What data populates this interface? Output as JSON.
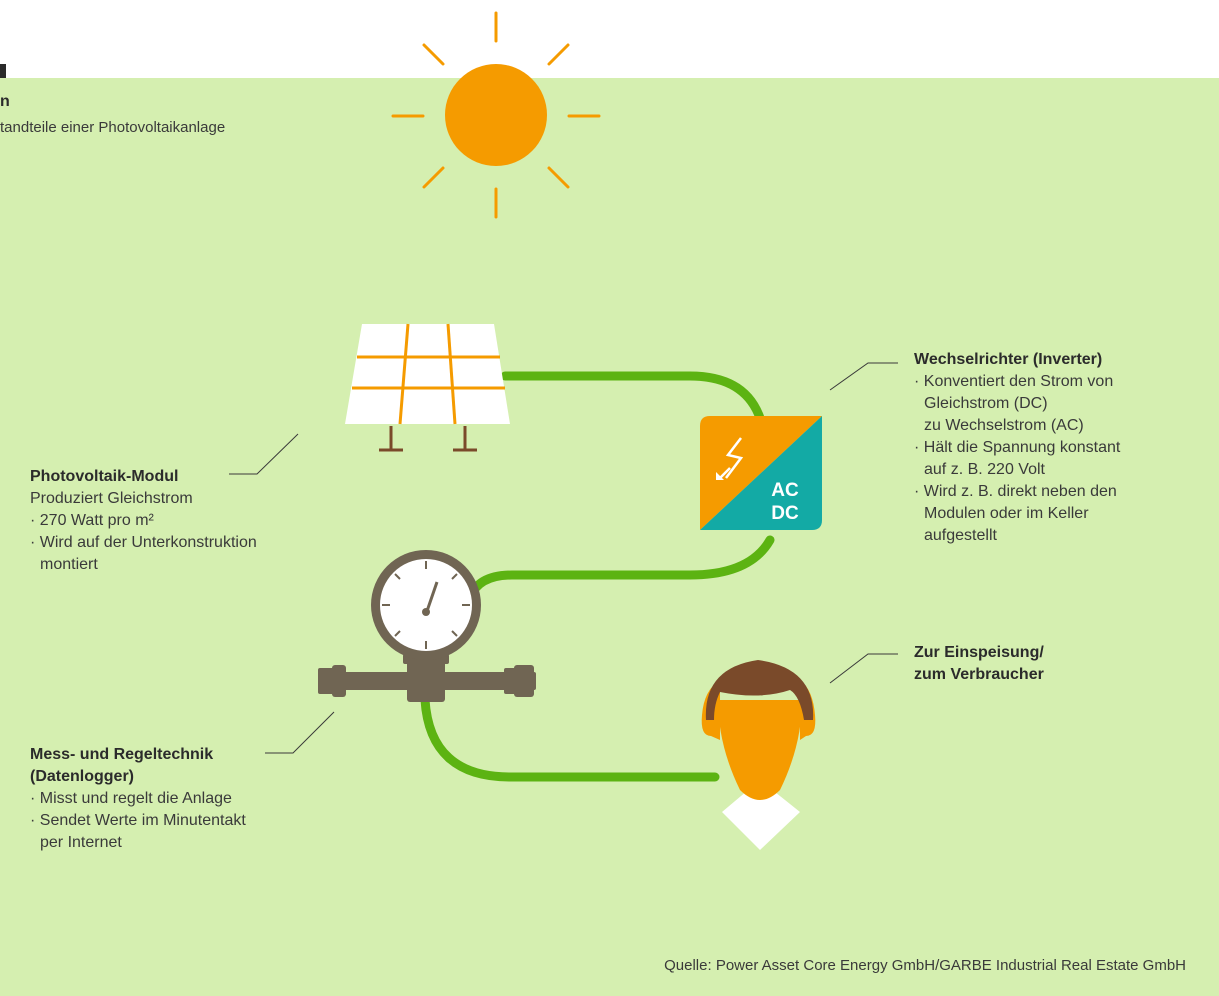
{
  "header": {
    "title_fragment": "",
    "kicker_fragment": "n",
    "subtitle": "tandteile einer Photovoltaikanlage"
  },
  "colors": {
    "background": "#d5efb0",
    "sun": "#f59b00",
    "cable": "#5cb312",
    "inverter_dc": "#f59b00",
    "inverter_ac": "#13aaa5",
    "meter": "#706553",
    "skin": "#f59b00",
    "hair": "#7a4a2a"
  },
  "icons": [
    "sun-icon",
    "solar-panel-icon",
    "inverter-icon",
    "pressure-gauge-icon",
    "person-icon"
  ],
  "inverter": {
    "ac_label": "AC",
    "dc_label": "DC"
  },
  "labels": {
    "pv_module": {
      "title": "Photovoltaik-Modul",
      "line1": "Produziert Gleichstrom",
      "line2": "· 270 Watt pro m²",
      "line3": "· Wird auf der Unterkonstruktion",
      "line4": "montiert"
    },
    "inverter": {
      "title": "Wechselrichter (Inverter)",
      "line1": "· Konventiert den Strom von",
      "line2": "Gleichstrom (DC)",
      "line3": "zu Wechselstrom (AC)",
      "line4": "· Hält die Spannung konstant",
      "line5": "auf z. B. 220 Volt",
      "line6": "· Wird z. B. direkt neben den",
      "line7": "Modulen oder im Keller",
      "line8": "aufgestellt"
    },
    "feed_in": {
      "line1": "Zur Einspeisung/",
      "line2": "zum Verbraucher"
    },
    "datalogger": {
      "title1": "Mess- und Regeltechnik",
      "title2": "(Datenlogger)",
      "line1": "· Misst und regelt die Anlage",
      "line2": "· Sendet Werte im Minutentakt",
      "line3": "per Internet"
    }
  },
  "source": "Quelle: Power Asset Core Energy GmbH/GARBE Industrial Real Estate GmbH"
}
